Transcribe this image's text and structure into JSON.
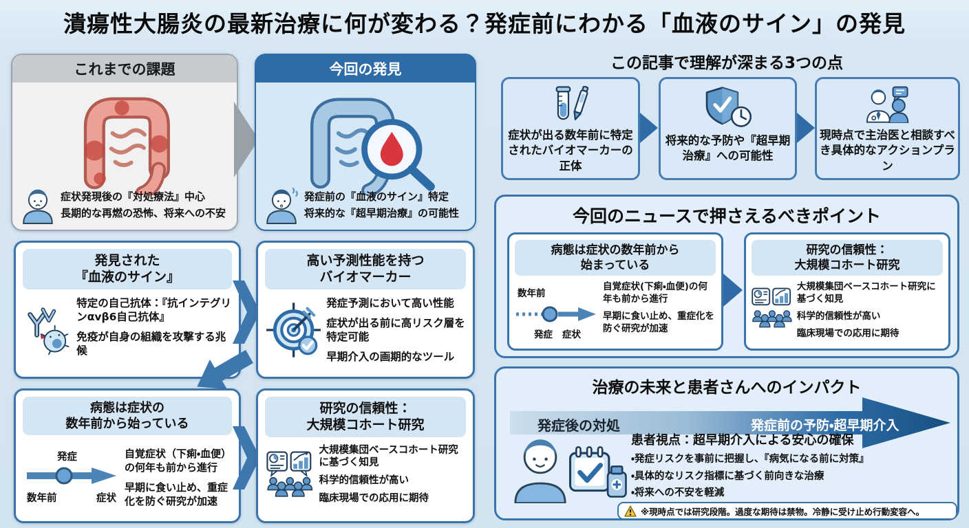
{
  "title": "潰瘍性大腸炎の最新治療に何が変わる？発症前にわかる「血液のサイン」の発見",
  "colors": {
    "page_bg": "#d6e6f2",
    "accent_blue": "#2e6ca8",
    "light_blue_panel": "#d9e9f7",
    "panel_bg": "#e2eef9",
    "gray_header": "#c6cbd0",
    "arrow_blue": "#3d77ae",
    "gradient_arrow_end": "#174f81",
    "blood_red": "#d8353f",
    "warning_yellow": "#f6c84c"
  },
  "challenge": {
    "header": "これまでの課題",
    "icon": "worried-patient-icon",
    "illustration": "inflamed-colon-illustration",
    "lines": [
      "症状発現後の『対処療法』中心",
      "長期的な再燃の恐怖、将来への不安"
    ]
  },
  "discovery": {
    "header": "今回の発見",
    "icon": "researcher-icon",
    "illustration": "colon-magnifier-blood-illustration",
    "lines": [
      "発症前の『血液のサイン』特定",
      "将来的な『超早期治療』の可能性"
    ]
  },
  "blood_sign": {
    "header_l1": "発見された",
    "header_l2": "『血液のサイン』",
    "icon": "antibody-cell-icon",
    "items": [
      "特定の自己抗体：『抗インテグリンαvβ6自己抗体』",
      "免疫が自身の組織を攻撃する兆候"
    ]
  },
  "biomarker": {
    "header_l1": "高い予測性能を持つ",
    "header_l2": "バイオマーカー",
    "icon": "target-arrow-check-icon",
    "items": [
      "発症予測において高い性能",
      "症状が出る前に高リスク層を特定可能",
      "早期介入の画期的なツール"
    ]
  },
  "pathology": {
    "header_l1": "病態は症状の",
    "header_l2": "数年前から始っている",
    "timeline": {
      "onset": "発症",
      "years_before": "数年前",
      "symptoms": "症状"
    },
    "items": [
      "自覚症状（下痢・血便）の何年も前から進行",
      "早期に食い止め、重症化を防ぐ研究が加速"
    ]
  },
  "cohort": {
    "header_l1": "研究の信頼性：",
    "header_l2": "大規模コホート研究",
    "icon": "presentation-audience-icon",
    "items": [
      "大規模集団ベースコホート研究に基づく知見",
      "科学的信頼性が高い",
      "臨床現場での応用に期待"
    ]
  },
  "article_points": {
    "heading": "この記事で理解が深まる3つの点",
    "boxes": [
      {
        "icon": "test-tube-pen-icon",
        "text": "症状が出る数年前に特定されたバイオマーカーの正体"
      },
      {
        "icon": "shield-check-clock-icon",
        "text": "将来的な予防や『超早期治療』への可能性"
      },
      {
        "icon": "doctor-patient-icon",
        "text": "現時点で主治医と相談すべき具体的なアクションプラン"
      }
    ]
  },
  "news_points": {
    "heading": "今回のニュースで押さえるべきポイント",
    "left_box": {
      "header_l1": "病態は症状の数年前から",
      "header_l2": "始まっている",
      "timeline": {
        "years_before": "数年前",
        "onset": "発症",
        "symptoms": "症状"
      },
      "items": [
        "自覚症状(下痢・血便)の何年も前から進行",
        "早期に食い止め、重症化を防ぐ研究が加速"
      ]
    },
    "right_box": {
      "header_l1": "研究の信頼性：",
      "header_l2": "大規模コホート研究",
      "icon": "presentation-audience-icon",
      "items": [
        "大規模集団ベースコホート研究に基づく知見",
        "科学的信頼性が高い",
        "臨床現場での応用に期待"
      ]
    }
  },
  "future": {
    "heading": "治療の未来と患者さんへのインパクト",
    "arrow_left_label": "発症後の対処",
    "arrow_right_label": "発症前の予防・超早期介入",
    "icons": [
      "smiling-patient-icon",
      "calendar-check-medicine-icon"
    ],
    "patient_heading": "患者視点：超早期介入による安心の確保",
    "bullets": [
      "・発症リスクを事前に把握し、『病気になる前に対策』",
      "・具体的なリスク指標に基づく前向きな治療",
      "・将来への不安を軽減"
    ],
    "warning_icon": "warning-triangle-icon",
    "warning": "※現時点では研究段階。過度な期待は禁物。冷静に受け止め行動変容へ。"
  }
}
